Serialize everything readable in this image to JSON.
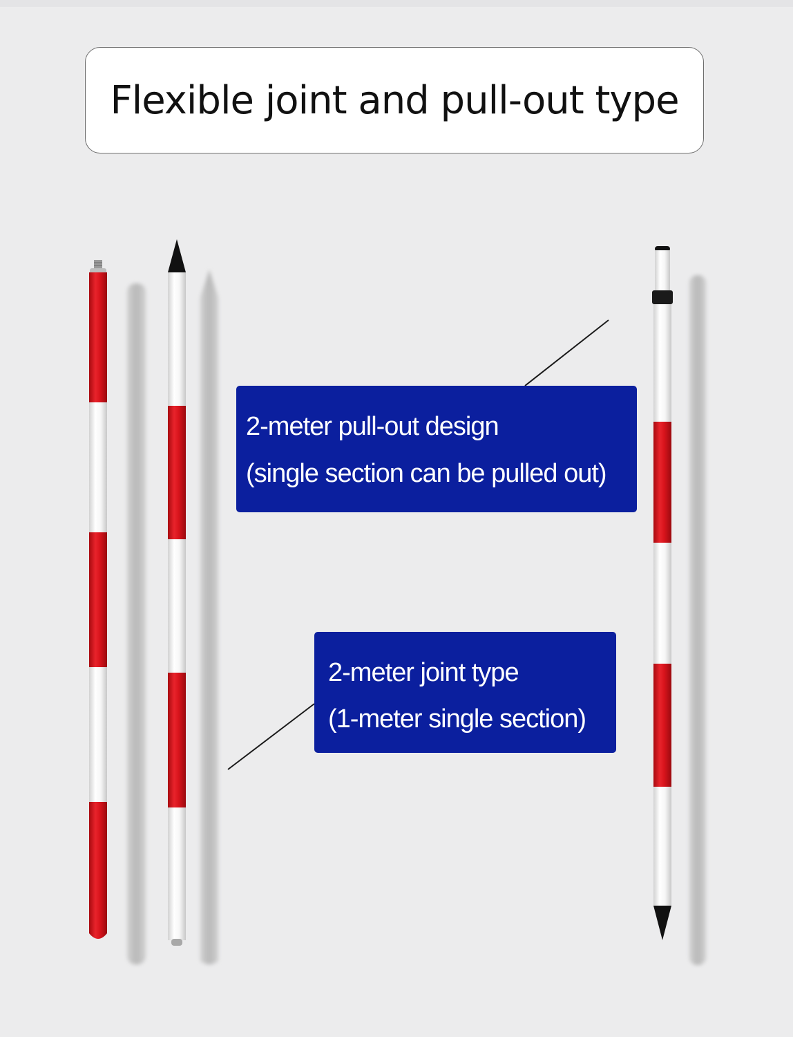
{
  "title": "Flexible joint and pull-out type",
  "labels": {
    "pullout": {
      "line1": "2-meter pull-out design",
      "line2": "(single section can be pulled out)"
    },
    "joint": {
      "line1": "2-meter joint type",
      "line2": "(1-meter single section)"
    }
  },
  "colors": {
    "background": "#ececed",
    "label_background": "#0b1f9e",
    "pole_red": "#d8141c",
    "pole_white": "#f7f7f7"
  }
}
